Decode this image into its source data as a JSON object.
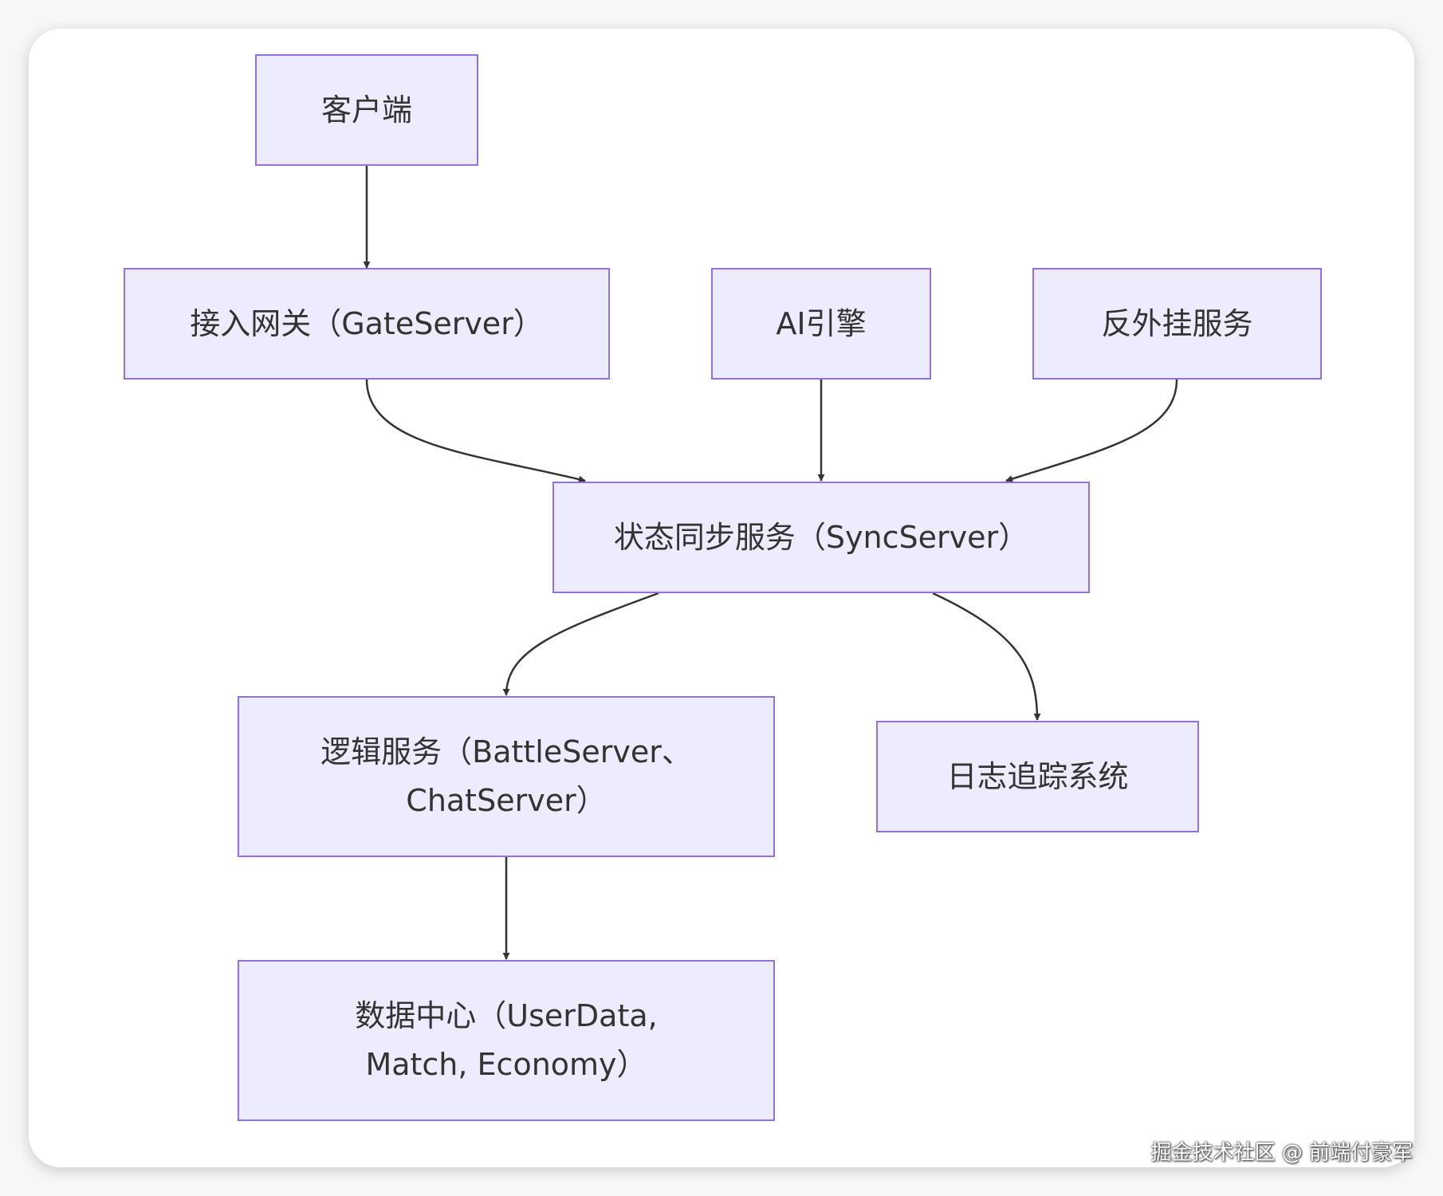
{
  "nodes": {
    "client": "客户端",
    "gateway": "接入网关（GateServer）",
    "ai": "AI引擎",
    "anticheat": "反外挂服务",
    "sync": "状态同步服务（SyncServer）",
    "logic_line1": "逻辑服务（BattleServer、",
    "logic_line2": "ChatServer）",
    "log": "日志追踪系统",
    "data_line1": "数据中心（UserData,",
    "data_line2": "Match, Economy）"
  },
  "watermark": "掘金技术社区 @ 前端付豪军",
  "colors": {
    "node_fill": "#ececfe",
    "node_border": "#9370db",
    "edge": "#333333",
    "text": "#333333"
  }
}
